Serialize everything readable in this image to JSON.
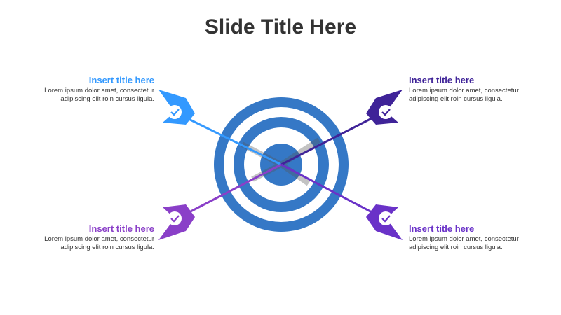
{
  "slide": {
    "title": "Slide Title Here"
  },
  "items": [
    {
      "title": "Insert title here",
      "text_line1": "Lorem ipsum dolor amet, consectetur",
      "text_line2": "adipiscing elit roin cursus ligula.",
      "color": "#3399ff"
    },
    {
      "title": "Insert title here",
      "text_line1": "Lorem ipsum dolor amet, consectetur",
      "text_line2": "adipiscing elit roin cursus ligula.",
      "color": "#3f2398"
    },
    {
      "title": "Insert title here",
      "text_line1": "Lorem ipsum dolor amet, consectetur",
      "text_line2": "adipiscing elit roin cursus ligula.",
      "color": "#8a3fc8"
    },
    {
      "title": "Insert title here",
      "text_line1": "Lorem ipsum dolor amet, consectetur",
      "text_line2": "adipiscing elit roin cursus ligula.",
      "color": "#6a32c8"
    }
  ],
  "target": {
    "color": "#3578c6",
    "icon": "bullseye-target"
  },
  "arrow_icon": "checkmark-badge-icon"
}
